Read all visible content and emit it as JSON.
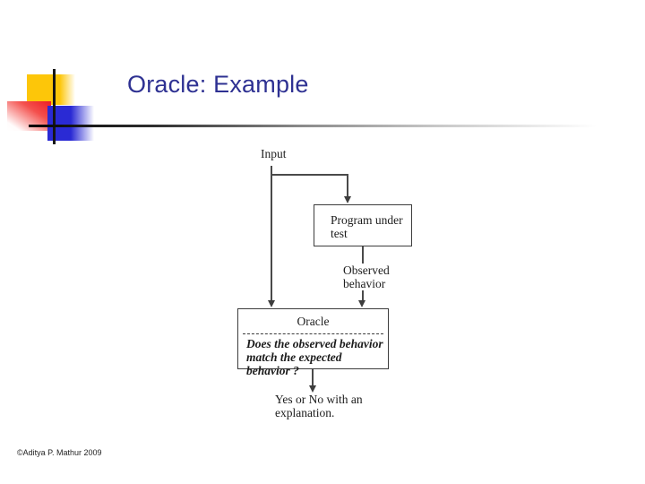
{
  "title": "Oracle: Example",
  "footer": "©Aditya P. Mathur 2009",
  "diagram": {
    "input_label": "Input",
    "program_box_label": "Program under test",
    "observed_label": "Observed behavior",
    "oracle_label": "Oracle",
    "oracle_question": "Does the observed behavior match the expected behavior ?",
    "result_label": "Yes or No with an explanation."
  },
  "colors": {
    "title_text": "#2E3192",
    "accent_yellow": "#FDC609",
    "accent_red": "#ED1C24",
    "accent_blue": "#2A2AD4",
    "diagram_line": "#4A4A4A"
  }
}
